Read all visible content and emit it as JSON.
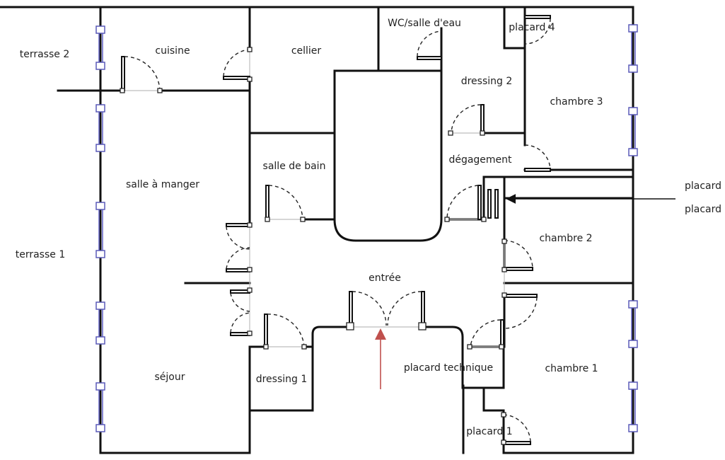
{
  "rooms": {
    "terrasse_2": "terrasse 2",
    "cuisine": "cuisine",
    "cellier": "cellier",
    "wc": "WC/salle d'eau",
    "placard_4": "placard 4",
    "dressing_2": "dressing 2",
    "chambre_3": "chambre 3",
    "degagement": "dégagement",
    "salle_de_bain": "salle de bain",
    "salle_a_manger": "salle à manger",
    "terrasse_1": "terrasse 1",
    "chambre_2": "chambre 2",
    "entree": "entrée",
    "sejour": "séjour",
    "dressing_1": "dressing 1",
    "placard_technique": "placard technique",
    "chambre_1": "chambre 1",
    "placard_1": "placard 1"
  },
  "annotations": {
    "placard_a": "placard",
    "placard_b": "placard"
  },
  "colors": {
    "walls": "#111111",
    "windows": "#6a6ac8",
    "entry_arrow": "#c0504d",
    "pointer_arrow": "#111111"
  }
}
